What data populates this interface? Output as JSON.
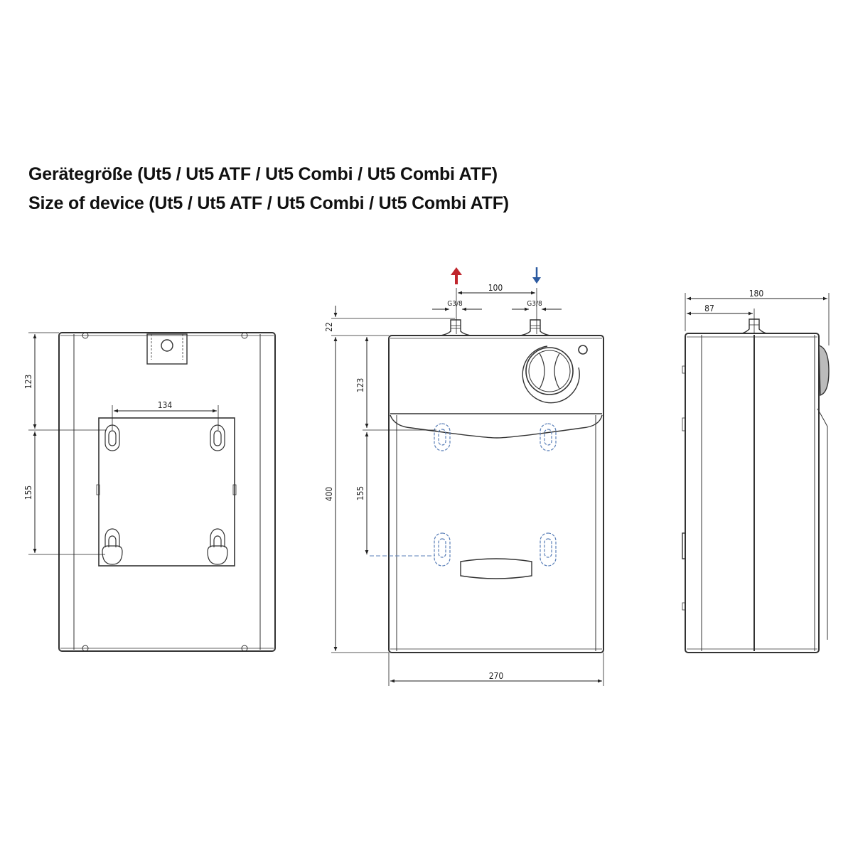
{
  "title": {
    "line_de": "Gerätegröße (Ut5 / Ut5 ATF / Ut5 Combi / Ut5 Combi ATF)",
    "line_en": "Size of device (Ut5 / Ut5 ATF / Ut5 Combi / Ut5 Combi ATF)"
  },
  "rear_view": {
    "dim_top_to_hooks": "123",
    "dim_hook_vertical": "155",
    "dim_hook_horizontal": "134"
  },
  "front_view": {
    "dim_connection_height": "22",
    "dim_top_to_hooks": "123",
    "dim_hook_vertical": "155",
    "dim_total_height": "400",
    "dim_width": "270",
    "dim_connection_spacing": "100",
    "connection_left_thread": "G3/8",
    "connection_right_thread": "G3/8",
    "hot_outlet_arrow_color": "#c0262d",
    "cold_inlet_arrow_color": "#2c5aa0"
  },
  "side_view": {
    "dim_depth": "180",
    "dim_connection_offset": "87"
  }
}
